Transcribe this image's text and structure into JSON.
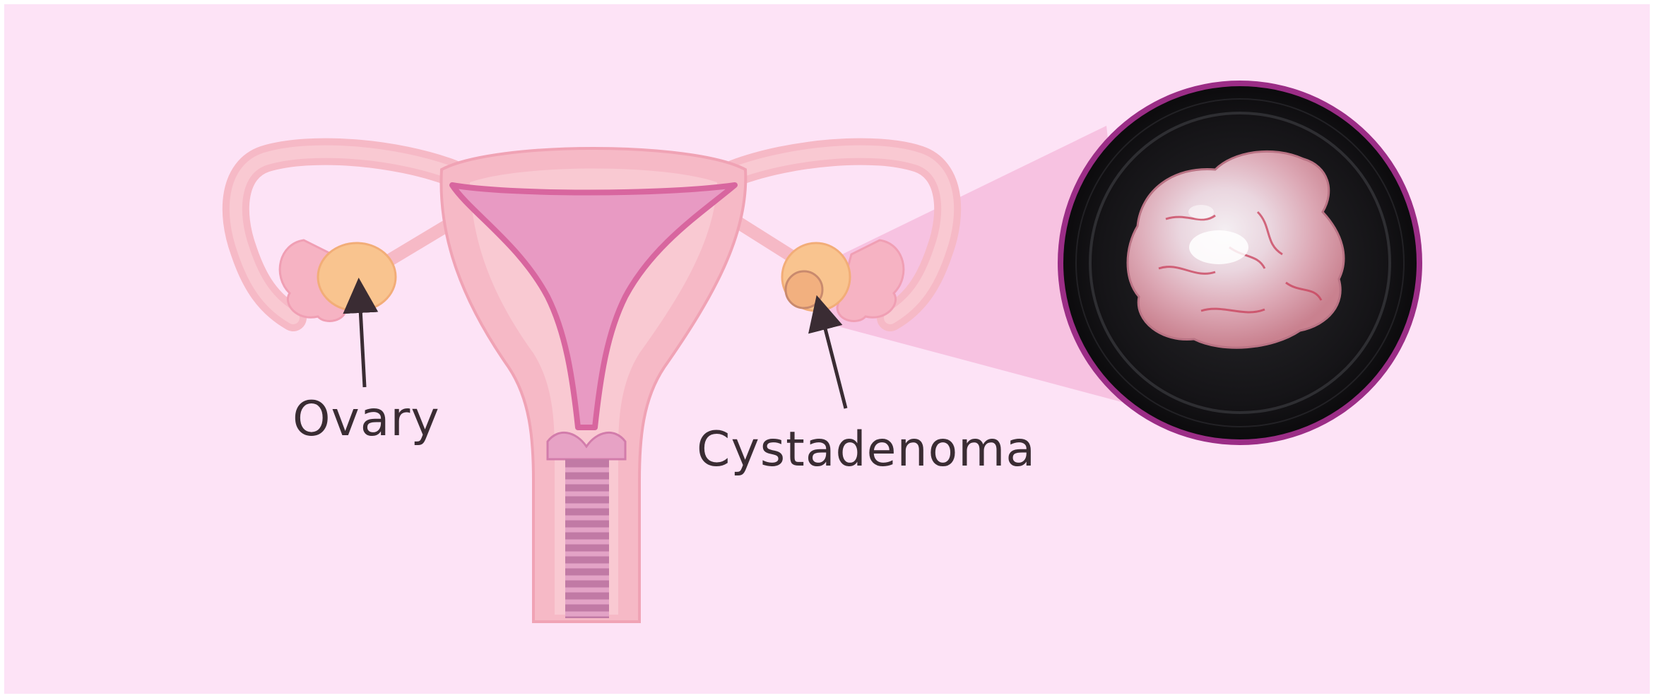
{
  "labels": {
    "ovary": "Ovary",
    "cystadenoma": "Cystadenoma"
  },
  "colors": {
    "background": "#fde3f6",
    "border": "#ffffff",
    "uterus_outer": "#f6b9c6",
    "uterus_body": "#f9c9d2",
    "uterine_cavity": "#e89ac3",
    "cavity_outline": "#d8669f",
    "ovary": "#f9c48f",
    "cyst_ring": "#9b2d86",
    "cyst_dish": "#1b1a1c",
    "label_text": "#3a2c33",
    "arrow": "#3a2c33"
  },
  "icons": [
    "uterus-diagram",
    "ovary-left",
    "ovary-right",
    "magnified-cystadenoma-photo"
  ]
}
